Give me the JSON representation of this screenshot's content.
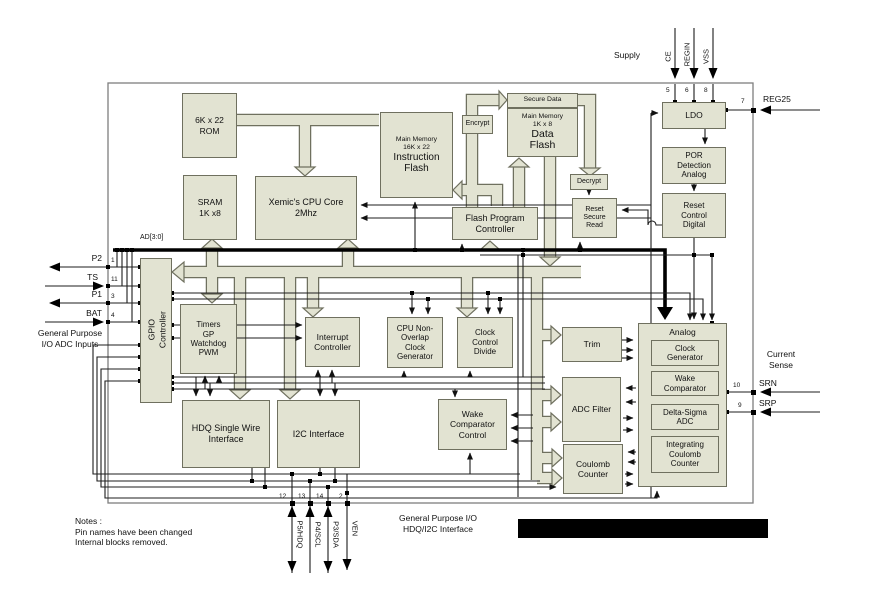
{
  "colors": {
    "block_fill": "#e2e3d2",
    "block_border": "#6f705f",
    "wire": "#1d1d1d",
    "bus_black": "#000000",
    "redaction": "#000000"
  },
  "chip": {
    "bus_label": "AD[3:0]"
  },
  "blocks": {
    "rom": "6K x 22\nROM",
    "sram": "SRAM\n1K x8",
    "cpu": "Xemic's CPU Core\n2Mhz",
    "instruction_flash": {
      "head": "Main Memory\n16K x 22",
      "title": "Instruction\nFlash"
    },
    "secure_data": "Secure Data",
    "data_flash": {
      "head": "Main Memory\n1K x 8",
      "title": "Data\nFlash"
    },
    "encrypt": "Encrypt",
    "decrypt": "Decrypt",
    "flash_program_controller": "Flash Program\nController",
    "reset_secure_read": "Reset\nSecure\nRead",
    "ldo": "LDO",
    "por": "POR\nDetection\nAnalog",
    "reset_control": "Reset\nControl\nDigital",
    "gpio": "GPIO\nController",
    "timers": "Timers\nGP\nWatchdog\nPWM",
    "interrupt": "Interrupt\nController",
    "cpu_clock_gen": "CPU Non-\nOverlap\nClock\nGenerator",
    "clock_control": "Clock\nControl\nDivide",
    "trim": "Trim",
    "adc_filter": "ADC Filter",
    "coulomb_counter": "Coulomb\nCounter",
    "analog": "Analog",
    "analog_clock_gen": "Clock\nGenerator",
    "wake_comparator": "Wake\nComparator",
    "delta_sigma_adc": "Delta-Sigma\nADC",
    "integrating_cc": "Integrating\nCoulomb\nCounter",
    "hdq": "HDQ Single Wire\nInterface",
    "i2c": "I2C Interface",
    "wake_comp_control": "Wake\nComparator\nControl"
  },
  "pins": {
    "supply_label": "Supply",
    "top": [
      {
        "name": "CE",
        "num": "5"
      },
      {
        "name": "REGIN",
        "num": "6"
      },
      {
        "name": "VSS",
        "num": "8"
      }
    ],
    "reg25": {
      "name": "REG25",
      "num": "7"
    },
    "current_sense_label": "Current\nSense",
    "srn": {
      "name": "SRN",
      "num": "10"
    },
    "srp": {
      "name": "SRP",
      "num": "9"
    },
    "left": [
      {
        "name": "P2",
        "num": "1"
      },
      {
        "name": "TS",
        "num": "11"
      },
      {
        "name": "P1",
        "num": "3"
      },
      {
        "name": "BAT",
        "num": "4"
      }
    ],
    "left_caption": "General Purpose\nI/O ADC Inputs",
    "bottom": [
      {
        "name": "P5/HDQ",
        "num": "12"
      },
      {
        "name": "P4/SCL",
        "num": "13"
      },
      {
        "name": "P3/SDA",
        "num": "14"
      },
      {
        "name": "VEN",
        "num": "2"
      }
    ],
    "bottom_caption": "General Purpose I/O\nHDQ/I2C Interface"
  },
  "notes": "Notes :\nPin names have been changed\nInternal blocks removed."
}
